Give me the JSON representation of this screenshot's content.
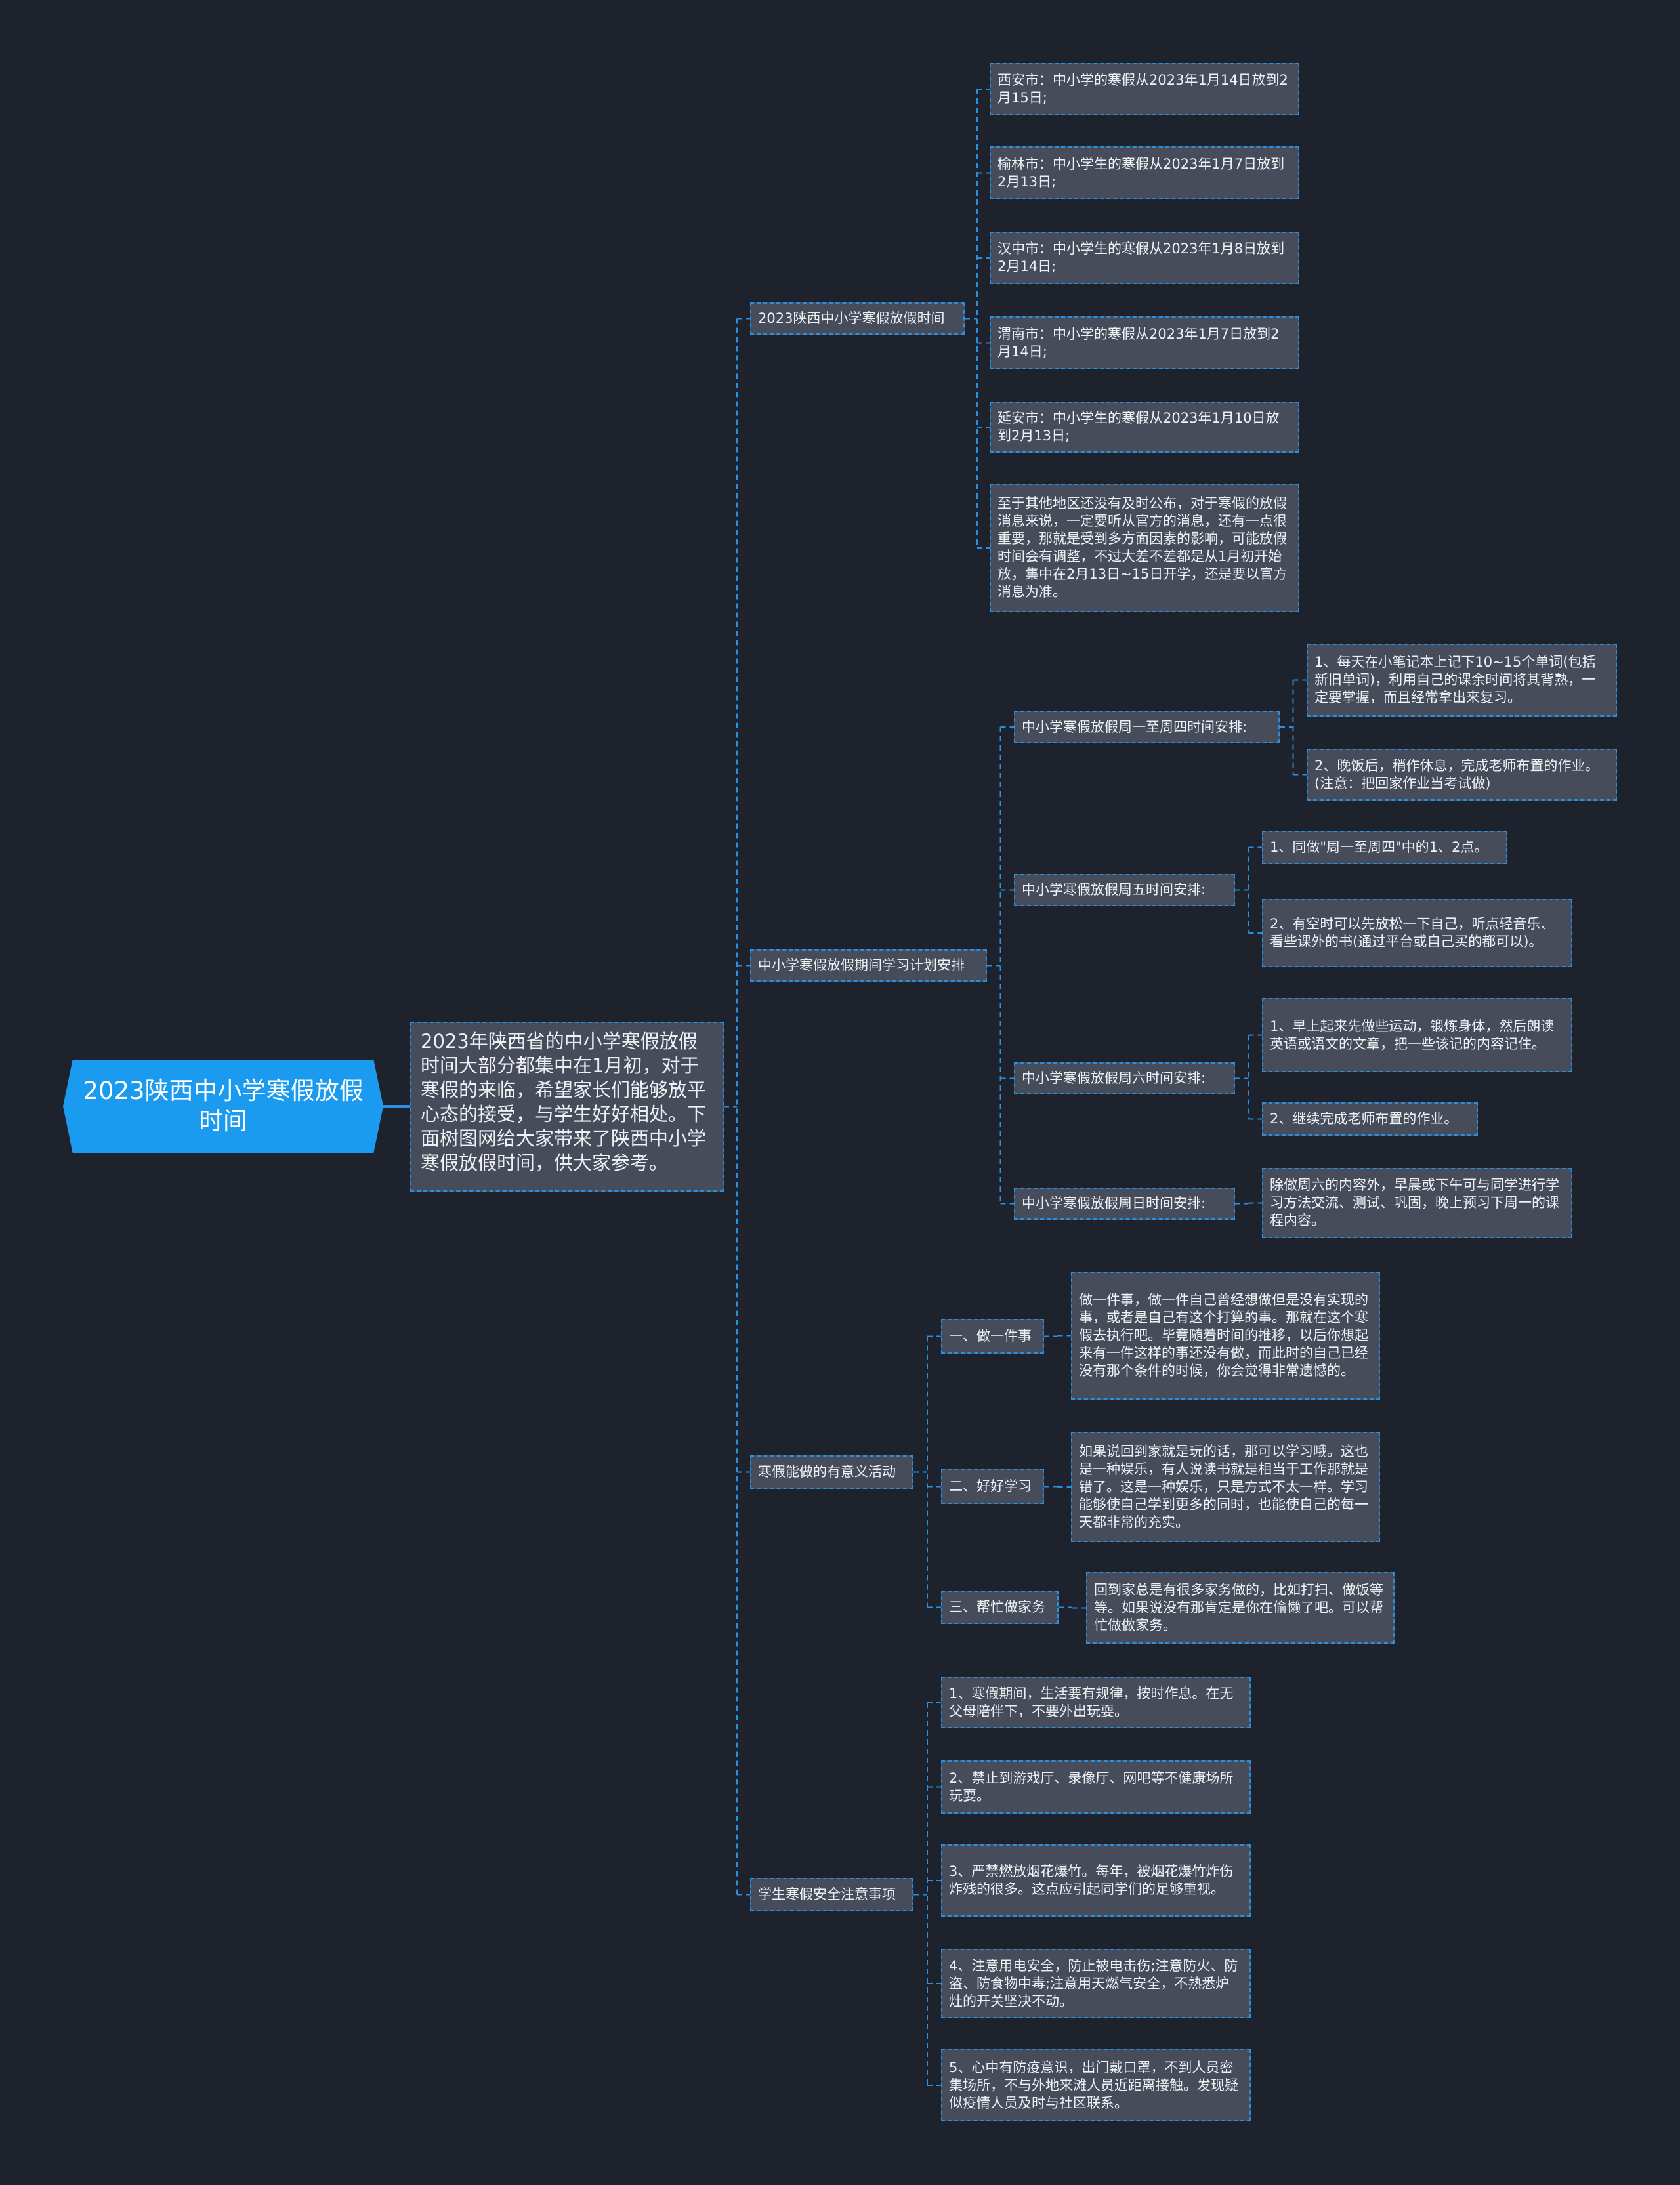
{
  "colors": {
    "background": "#1e222d",
    "node_fill": "#474c5a",
    "connector": "#2b8fe0",
    "root_fill": "#1a9bf0"
  },
  "root": {
    "title": "2023陕西中小学寒假放假时间"
  },
  "intro": "2023年陕西省的中小学寒假放假时间大部分都集中在1月初，对于寒假的来临，希望家长们能够放平心态的接受，与学生好好相处。下面树图网给大家带来了陕西中小学寒假放假时间，供大家参考。",
  "branches": [
    {
      "label": "2023陕西中小学寒假放假时间",
      "children": [
        "西安市：中小学的寒假从2023年1月14日放到2月15日;",
        "榆林市：中小学生的寒假从2023年1月7日放到2月13日;",
        "汉中市：中小学生的寒假从2023年1月8日放到2月14日;",
        "渭南市：中小学的寒假从2023年1月7日放到2月14日;",
        "延安市：中小学生的寒假从2023年1月10日放到2月13日;",
        "至于其他地区还没有及时公布，对于寒假的放假消息来说，一定要听从官方的消息，还有一点很重要，那就是受到多方面因素的影响，可能放假时间会有调整，不过大差不差都是从1月初开始放，集中在2月13日~15日开学，还是要以官方消息为准。"
      ]
    },
    {
      "label": "中小学寒假放假期间学习计划安排",
      "children": [
        {
          "label": "中小学寒假放假周一至周四时间安排:",
          "items": [
            "1、每天在小笔记本上记下10~15个单词(包括新旧单词)，利用自己的课余时间将其背熟，一定要掌握，而且经常拿出来复习。",
            "2、晚饭后，稍作休息，完成老师布置的作业。(注意：把回家作业当考试做)"
          ]
        },
        {
          "label": "中小学寒假放假周五时间安排:",
          "items": [
            "1、同做\"周一至周四\"中的1、2点。",
            "2、有空时可以先放松一下自己，听点轻音乐、看些课外的书(通过平台或自己买的都可以)。"
          ]
        },
        {
          "label": "中小学寒假放假周六时间安排:",
          "items": [
            "1、早上起来先做些运动，锻炼身体，然后朗读英语或语文的文章，把一些该记的内容记住。",
            "2、继续完成老师布置的作业。"
          ]
        },
        {
          "label": "中小学寒假放假周日时间安排:",
          "items": [
            "除做周六的内容外，早晨或下午可与同学进行学习方法交流、测试、巩固，晚上预习下周一的课程内容。"
          ]
        }
      ]
    },
    {
      "label": "寒假能做的有意义活动",
      "children": [
        {
          "label": "一、做一件事",
          "items": [
            "做一件事，做一件自己曾经想做但是没有实现的事，或者是自己有这个打算的事。那就在这个寒假去执行吧。毕竟随着时间的推移，以后你想起来有一件这样的事还没有做，而此时的自己已经没有那个条件的时候，你会觉得非常遗憾的。"
          ]
        },
        {
          "label": "二、好好学习",
          "items": [
            "如果说回到家就是玩的话，那可以学习哦。这也是一种娱乐，有人说读书就是相当于工作那就是错了。这是一种娱乐，只是方式不太一样。学习能够使自己学到更多的同时，也能使自己的每一天都非常的充实。"
          ]
        },
        {
          "label": "三、帮忙做家务",
          "items": [
            "回到家总是有很多家务做的，比如打扫、做饭等等。如果说没有那肯定是你在偷懒了吧。可以帮忙做做家务。"
          ]
        }
      ]
    },
    {
      "label": "学生寒假安全注意事项",
      "children": [
        "1、寒假期间，生活要有规律，按时作息。在无父母陪伴下，不要外出玩耍。",
        "2、禁止到游戏厅、录像厅、网吧等不健康场所玩耍。",
        "3、严禁燃放烟花爆竹。每年，被烟花爆竹炸伤炸残的很多。这点应引起同学们的足够重视。",
        "4、注意用电安全，防止被电击伤;注意防火、防盗、防食物中毒;注意用天燃气安全，不熟悉炉灶的开关坚决不动。",
        "5、心中有防疫意识，出门戴口罩，不到人员密集场所，不与外地来滩人员近距离接触。发现疑似疫情人员及时与社区联系。"
      ]
    }
  ]
}
